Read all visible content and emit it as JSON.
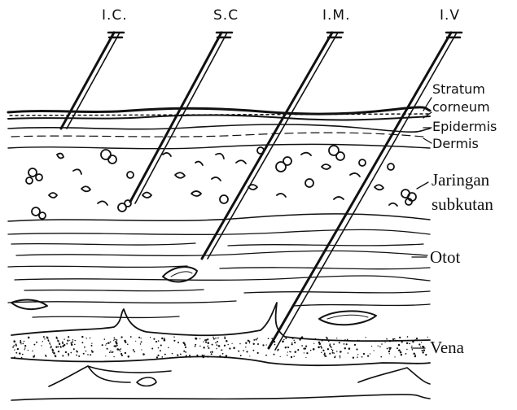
{
  "needles": [
    {
      "id": "ic",
      "label": "I.C."
    },
    {
      "id": "sc",
      "label": "S.C"
    },
    {
      "id": "im",
      "label": "I.M."
    },
    {
      "id": "iv",
      "label": "I.V"
    }
  ],
  "layers": [
    {
      "id": "stratum",
      "label": "Stratum"
    },
    {
      "id": "corneum",
      "label": "corneum"
    },
    {
      "id": "epidermis",
      "label": "Epidermis"
    },
    {
      "id": "dermis",
      "label": "Dermis"
    },
    {
      "id": "jaringan",
      "label": "Jaringan"
    },
    {
      "id": "subkutan",
      "label": "subkutan"
    },
    {
      "id": "otot",
      "label": "Otot"
    },
    {
      "id": "vena",
      "label": "Vena"
    }
  ]
}
